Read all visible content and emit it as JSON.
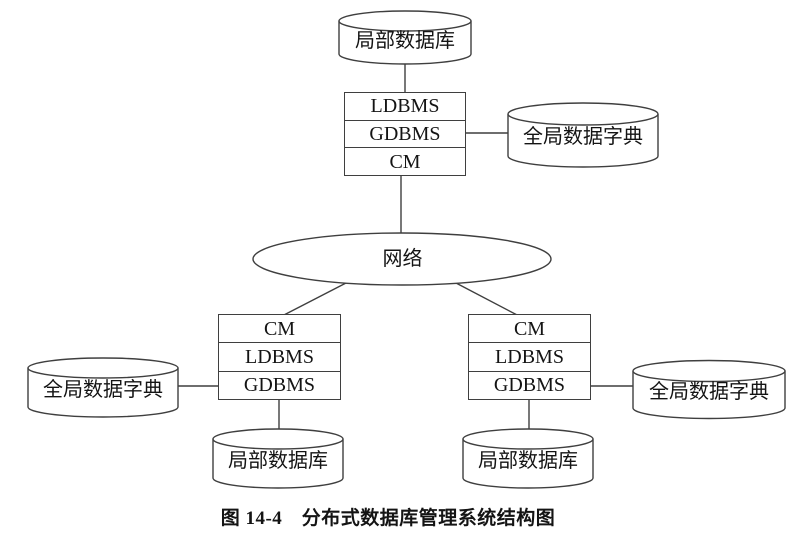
{
  "figure": {
    "caption": "图 14-4　分布式数据库管理系统结构图"
  },
  "network": {
    "label": "网络"
  },
  "site_top": {
    "local_db": "局部数据库",
    "stack": [
      "LDBMS",
      "GDBMS",
      "CM"
    ],
    "global_dict": "全局数据字典"
  },
  "site_left": {
    "stack": [
      "CM",
      "LDBMS",
      "GDBMS"
    ],
    "global_dict": "全局数据字典",
    "local_db": "局部数据库"
  },
  "site_right": {
    "stack": [
      "CM",
      "LDBMS",
      "GDBMS"
    ],
    "global_dict": "全局数据字典",
    "local_db": "局部数据库"
  },
  "colors": {
    "line": "#3f3f3f",
    "text": "#141414",
    "background": "#ffffff"
  }
}
